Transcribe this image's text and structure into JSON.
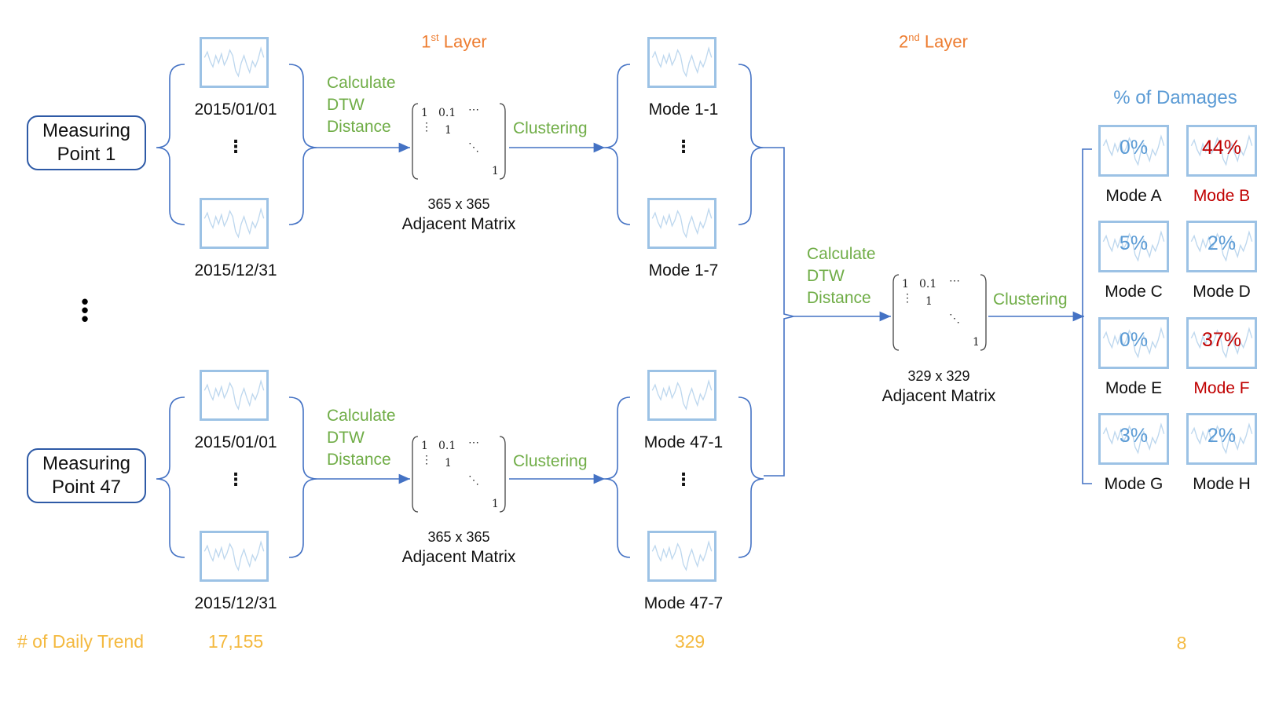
{
  "measuring_points": [
    "Measuring\nPoint 1",
    "Measuring\nPoint 47"
  ],
  "dates": {
    "start": "2015/01/01",
    "end": "2015/12/31"
  },
  "layers": {
    "first": {
      "num": "1",
      "sup": "st",
      "word": "Layer"
    },
    "second": {
      "num": "2",
      "sup": "nd",
      "word": "Layer"
    }
  },
  "steps": {
    "calc": [
      "Calculate",
      "DTW",
      "Distance"
    ],
    "cluster": "Clustering"
  },
  "matrix": {
    "first_dim": "365 x 365",
    "second_dim": "329 x 329",
    "label": "Adjacent Matrix",
    "cells": {
      "a": "1",
      "b": "0.1",
      "c": "⋯",
      "d": "⋮",
      "e": "1",
      "f": "⋱",
      "g": "1"
    }
  },
  "modes_first": {
    "top": [
      "Mode 1-1",
      "Mode 1-7"
    ],
    "bottom": [
      "Mode 47-1",
      "Mode 47-7"
    ]
  },
  "damages_title": "% of Damages",
  "final_modes": [
    {
      "name": "Mode A",
      "pct": "0%",
      "highlight": false
    },
    {
      "name": "Mode B",
      "pct": "44%",
      "highlight": true
    },
    {
      "name": "Mode C",
      "pct": "5%",
      "highlight": false
    },
    {
      "name": "Mode D",
      "pct": "2%",
      "highlight": false
    },
    {
      "name": "Mode E",
      "pct": "0%",
      "highlight": false
    },
    {
      "name": "Mode F",
      "pct": "37%",
      "highlight": true
    },
    {
      "name": "Mode G",
      "pct": "3%",
      "highlight": false
    },
    {
      "name": "Mode H",
      "pct": "2%",
      "highlight": false
    }
  ],
  "counts": {
    "label": "# of Daily Trend",
    "daily": "17,155",
    "first_modes": "329",
    "final": "8"
  },
  "colors": {
    "box_border": "#2e5aa6",
    "thumb": "#9cc2e5",
    "green": "#70ad47",
    "orange": "#ed7d31",
    "gold": "#f4b93f",
    "blue": "#5b9bd5",
    "red": "#c00000",
    "arrow": "#4472c4"
  }
}
